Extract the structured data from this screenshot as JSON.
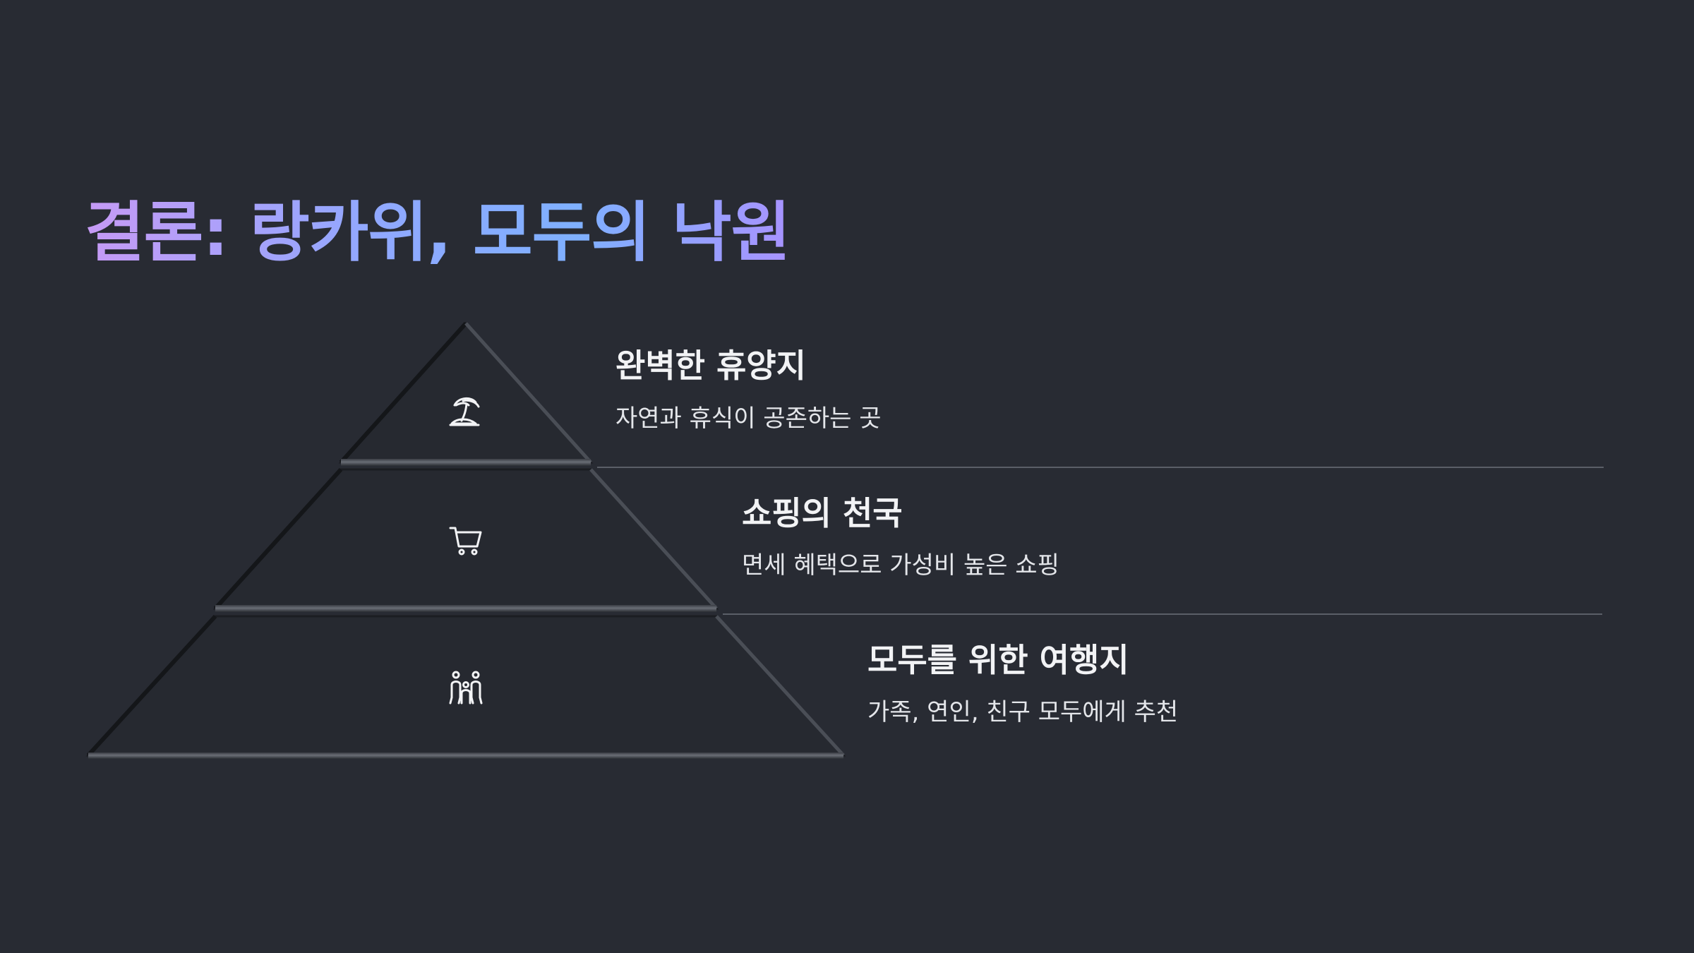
{
  "slide": {
    "title": "결론: 랑카위, 모두의 낙원"
  },
  "pyramid": {
    "levels": [
      {
        "heading": "완벽한 휴양지",
        "description": "자연과 휴식이 공존하는 곳",
        "icon": "palm-tree-icon"
      },
      {
        "heading": "쇼핑의 천국",
        "description": "면세 혜택으로 가성비 높은 쇼핑",
        "icon": "shopping-cart-icon"
      },
      {
        "heading": "모두를 위한 여행지",
        "description": "가족, 연인, 친구 모두에게 추천",
        "icon": "family-icon"
      }
    ]
  },
  "colors": {
    "background": "#282b33",
    "title_gradient_start": "#c69af5",
    "title_gradient_end": "#7fb0ff",
    "pyramid_fill": "#262930",
    "divider": "#5b5f68"
  }
}
